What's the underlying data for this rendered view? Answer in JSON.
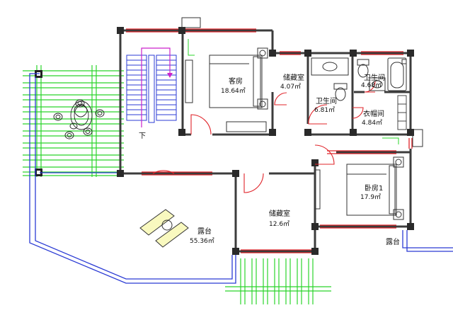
{
  "rooms": {
    "guest_room": {
      "name": "客房",
      "area": "18.64㎡"
    },
    "storage_small": {
      "name": "储藏室",
      "area": "4.07㎡"
    },
    "bathroom_center": {
      "name": "卫生间",
      "area": "6.81㎡"
    },
    "bathroom_right": {
      "name": "卫生间",
      "area": "4.68㎡"
    },
    "wardrobe": {
      "name": "衣帽间",
      "area": "4.84㎡"
    },
    "bedroom_1": {
      "name": "卧房1",
      "area": "17.9㎡"
    },
    "storage_large": {
      "name": "储藏室",
      "area": "12.6㎡"
    },
    "terrace_large": {
      "name": "露台",
      "area": "55.36㎡"
    },
    "terrace_small": {
      "name": "露台",
      "area": ""
    }
  },
  "stair": {
    "label": "下"
  },
  "colors": {
    "wall": "#3c3c3c",
    "window": "#e0242a",
    "fixture": "#333333",
    "pergola": "#2bd42b",
    "railing": "#2b3bd4",
    "stair": "#2b3bd4",
    "stair_path": "#cc22cc",
    "accent_yellow": "#e7e700"
  }
}
